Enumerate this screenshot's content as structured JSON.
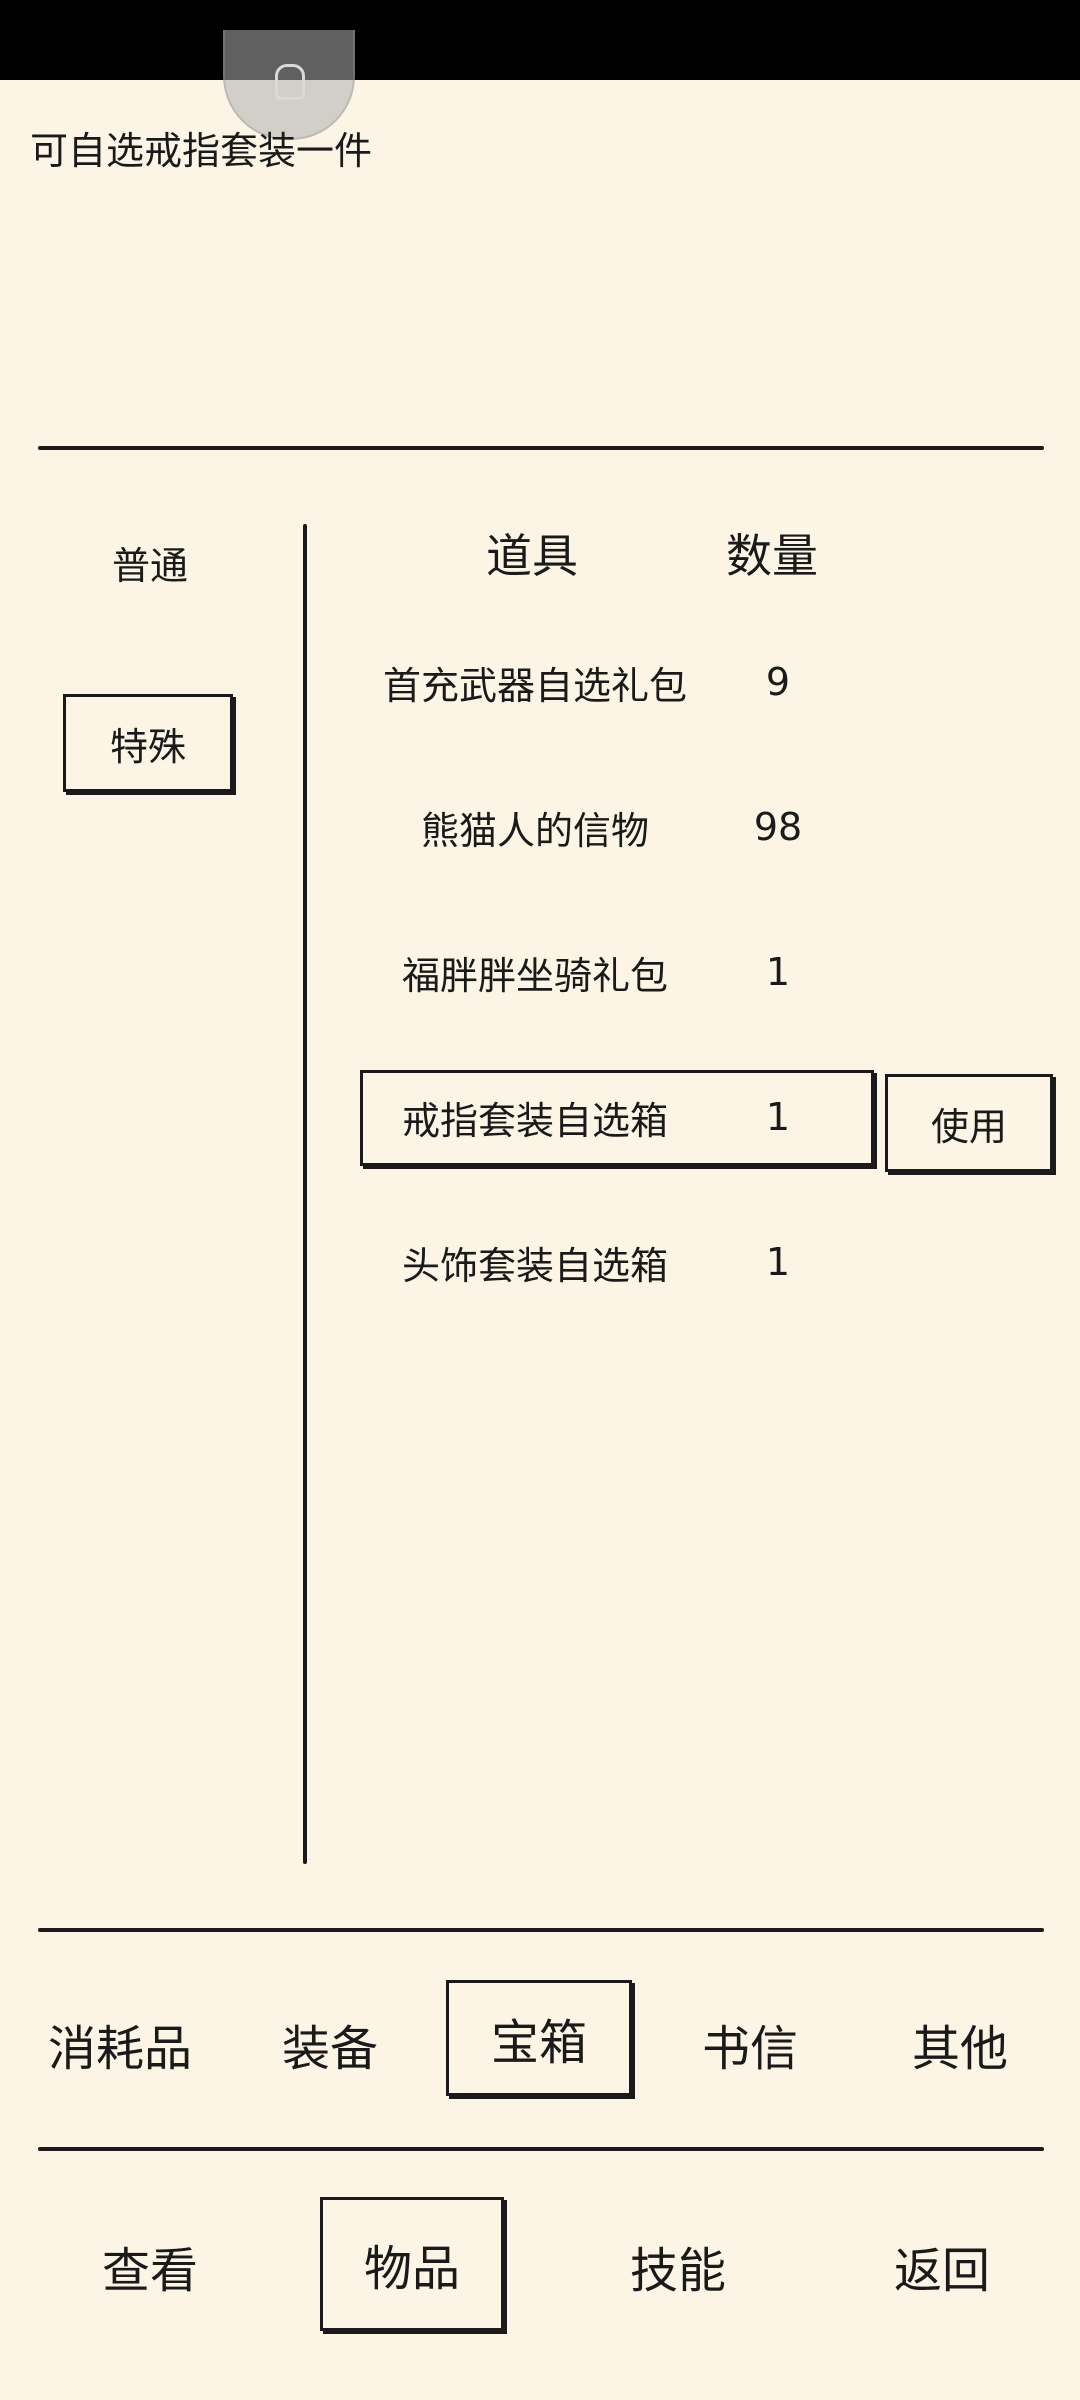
{
  "description": "可自选戒指套装一件",
  "categories": [
    {
      "label": "普通",
      "selected": false
    },
    {
      "label": "特殊",
      "selected": true
    }
  ],
  "table": {
    "headers": [
      "道具",
      "数量"
    ],
    "rows": [
      {
        "name": "首充武器自选礼包",
        "qty": "9"
      },
      {
        "name": "熊猫人的信物",
        "qty": "98"
      },
      {
        "name": "福胖胖坐骑礼包",
        "qty": "1"
      },
      {
        "name": "戒指套装自选箱",
        "qty": "1",
        "selected": true
      },
      {
        "name": "头饰套装自选箱",
        "qty": "1"
      }
    ],
    "use_label": "使用"
  },
  "item_tabs": [
    "消耗品",
    "装备",
    "宝箱",
    "书信",
    "其他"
  ],
  "item_tabs_selected": "宝箱",
  "main_tabs": [
    "查看",
    "物品",
    "技能",
    "返回"
  ],
  "main_tabs_selected": "物品",
  "colors": {
    "background": "#fcf5e6",
    "ink": "#1a1a1a"
  }
}
